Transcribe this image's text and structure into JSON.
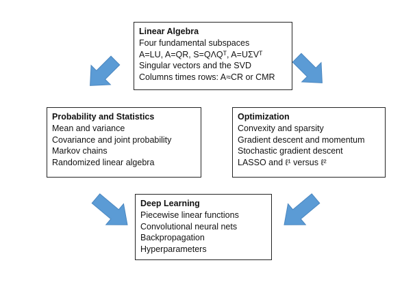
{
  "linear_algebra": {
    "title": "Linear Algebra",
    "items": [
      "Four fundamental subspaces",
      "A=LU, A=QR, S=QΛQᵀ, A=UΣVᵀ",
      "Singular vectors and the SVD",
      "Columns times rows: A≈CR or CMR"
    ]
  },
  "probability_statistics": {
    "title": "Probability and Statistics",
    "items": [
      "Mean and variance",
      "Covariance and joint probability",
      "Markov chains",
      "Randomized linear algebra"
    ]
  },
  "optimization": {
    "title": "Optimization",
    "items": [
      "Convexity and sparsity",
      "Gradient descent and momentum",
      "Stochastic gradient descent",
      "LASSO and ℓ¹ versus ℓ²"
    ]
  },
  "deep_learning": {
    "title": "Deep Learning",
    "items": [
      "Piecewise linear functions",
      "Convolutional neural nets",
      "Backpropagation",
      "Hyperparameters"
    ]
  },
  "colors": {
    "arrow_fill": "#5b9bd5",
    "arrow_stroke": "#4a86bf",
    "box_border": "#222222"
  }
}
